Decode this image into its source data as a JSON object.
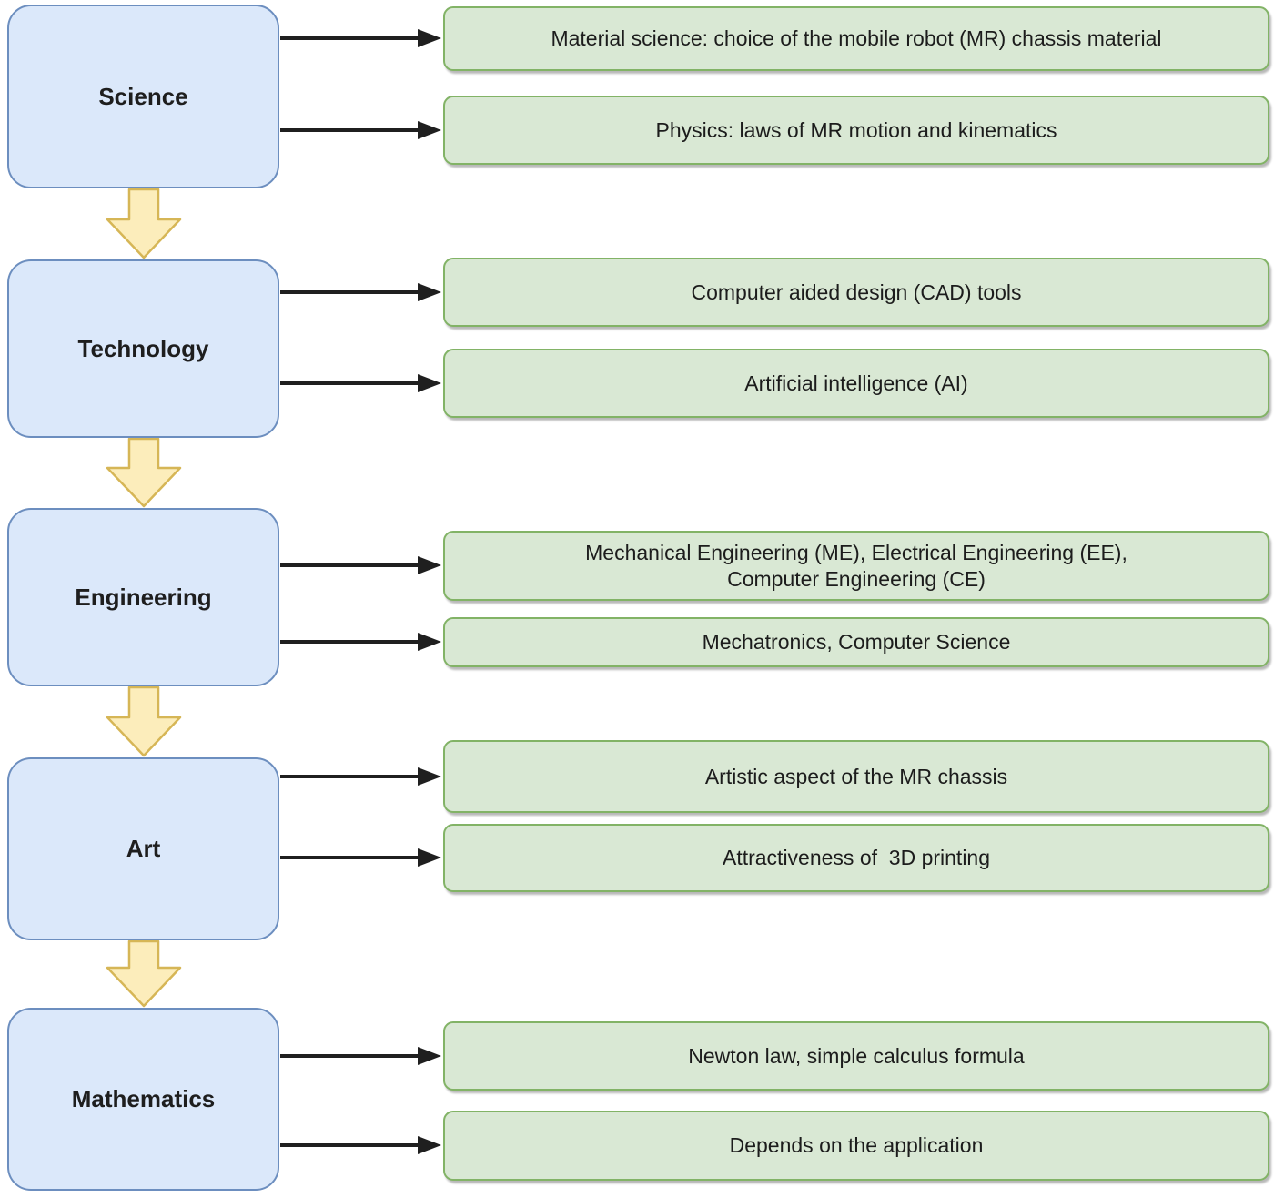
{
  "diagram": {
    "stages": [
      {
        "label": "Science",
        "items": [
          "Material science: choice of the mobile robot (MR) chassis material",
          "Physics: laws of MR motion and kinematics"
        ]
      },
      {
        "label": "Technology",
        "items": [
          "Computer aided design (CAD) tools",
          "Artificial intelligence (AI)"
        ]
      },
      {
        "label": "Engineering",
        "items": [
          "Mechanical Engineering (ME), Electrical Engineering (EE),\nComputer Engineering (CE)",
          "Mechatronics, Computer Science"
        ]
      },
      {
        "label": "Art",
        "items": [
          "Artistic aspect of the MR chassis",
          "Attractiveness of  3D printing"
        ]
      },
      {
        "label": "Mathematics",
        "items": [
          "Newton law, simple calculus formula",
          "Depends on the application"
        ]
      }
    ],
    "colors": {
      "stage_fill": "#dbe8fa",
      "stage_border": "#6c8ebf",
      "item_fill": "#d9e8d4",
      "item_border": "#82b366",
      "flow_arrow_fill": "#fcedbb",
      "flow_arrow_border": "#d6b656",
      "connector": "#1f1f1f",
      "text": "#1c1c1c"
    }
  }
}
